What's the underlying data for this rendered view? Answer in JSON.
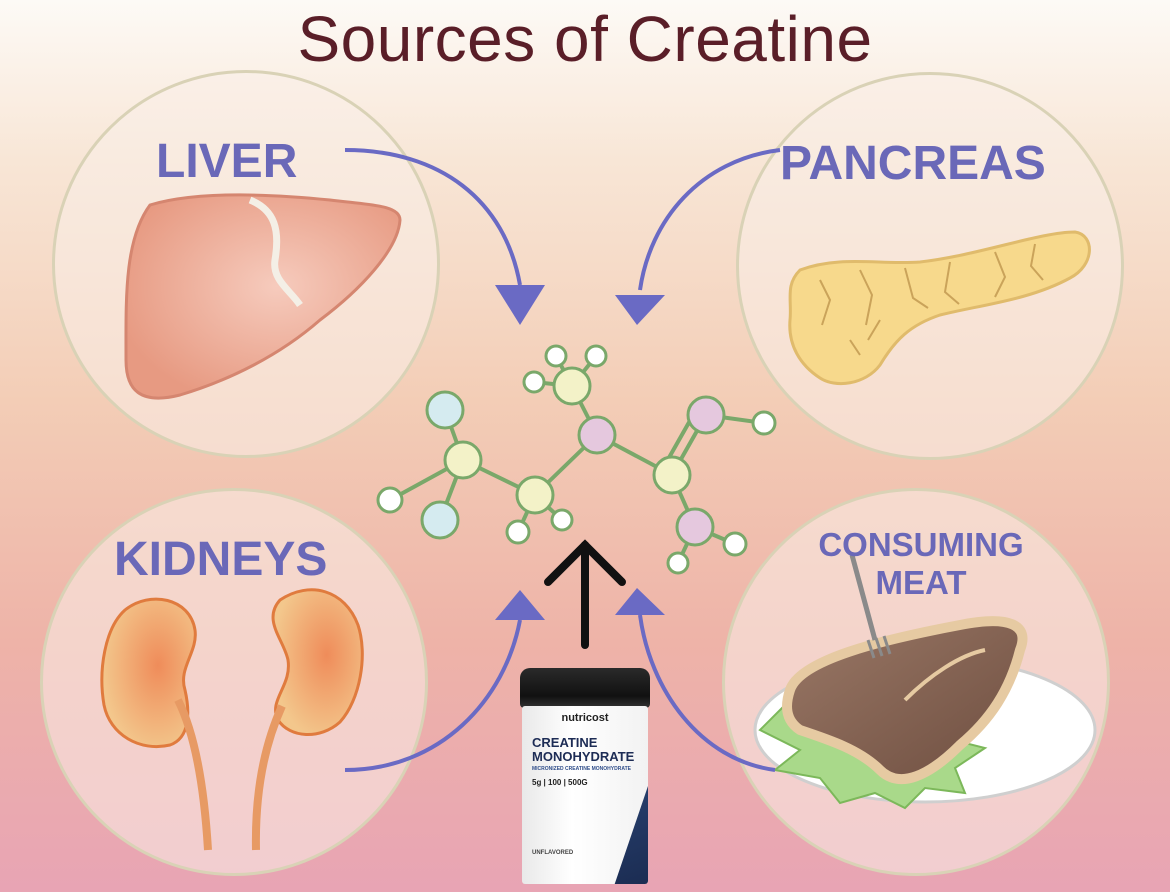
{
  "title": "Sources of Creatine",
  "sources": {
    "liver": "LIVER",
    "pancreas": "PANCREAS",
    "kidneys": "KIDNEYS",
    "meat_line1": "CONSUMING",
    "meat_line2": "MEAT"
  },
  "supplement": {
    "brand": "nutricost",
    "product_line1": "CREATINE",
    "product_line2": "MONOHYDRATE",
    "subtitle": "MICRONIZED CREATINE MONOHYDRATE",
    "specs": "5g | 100 | 500G",
    "flavor": "UNFLAVORED"
  },
  "colors": {
    "title": "#5a1e28",
    "label": "#6a68b8",
    "arrow": "#6a6ac4",
    "molecule_bond": "#7aa86a",
    "atom_yellow": "#f3f2c8",
    "atom_blue": "#d5ebf0",
    "atom_pink": "#e5c8de",
    "atom_white": "#ffffff"
  }
}
